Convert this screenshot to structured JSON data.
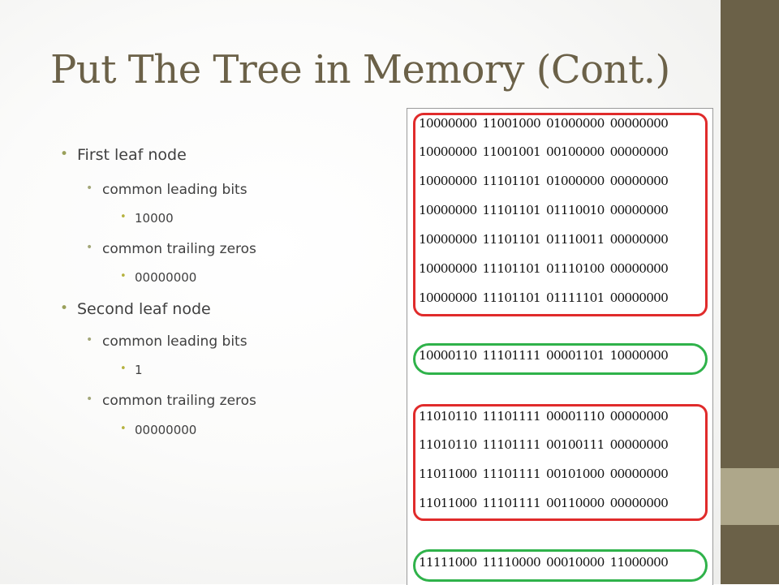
{
  "slide": {
    "title": "Put The Tree in Memory (Cont.)",
    "bullets": [
      {
        "label": "First leaf node"
      },
      {
        "label": "common leading bits"
      },
      {
        "label": "10000"
      },
      {
        "label": "common trailing zeros"
      },
      {
        "label": "00000000"
      },
      {
        "label": "Second leaf node"
      },
      {
        "label": "common leading bits"
      },
      {
        "label": "1"
      },
      {
        "label": "common trailing zeros"
      },
      {
        "label": "00000000"
      }
    ],
    "bullet_glyph": "•"
  },
  "figure": {
    "rows": [
      "10000000 11001000 01000000 00000000",
      "10000000 11001001 00100000 00000000",
      "10000000 11101101 01000000 00000000",
      "10000000 11101101 01110010 00000000",
      "10000000 11101101 01110011 00000000",
      "10000000 11101101 01110100 00000000",
      "10000000 11101101 01111101 00000000",
      "10000110 11101111 00001101 10000000",
      "11010110 11101111 00001110 00000000",
      "11010110 11101111 00100111 00000000",
      "11011000 11101111 00101000 00000000",
      "11011000 11101111 00110000 00000000",
      "11111000 11110000 00010000 11000000"
    ],
    "box_colors": {
      "red": "#e02b2b",
      "green": "#2fb24a"
    }
  },
  "theme": {
    "title_color": "#6b6148",
    "sidebar_color": "#6b6148",
    "sidebar_accent": "#aea78a",
    "bullet_color": "#9aa05a"
  }
}
